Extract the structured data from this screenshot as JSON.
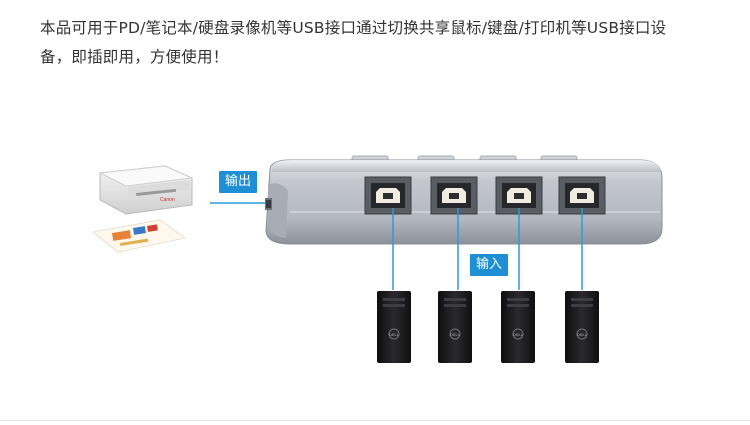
{
  "description": {
    "line1": "本品可用于PD/笔记本/硬盘录像机等USB接口通过切换共享鼠标/键盘/打印机等USB接口设",
    "line2": "备，即插即用，方便使用！"
  },
  "labels": {
    "output": "输出",
    "input": "输入"
  },
  "printer": {
    "brand": "Canon"
  },
  "colors": {
    "label_bg": "#1e8fd4",
    "connector_line": "#2a9bdc",
    "switch_body": "#c9ccd4",
    "tower": "#1a1a1c"
  },
  "computers": [
    {
      "name": "computer-1"
    },
    {
      "name": "computer-2"
    },
    {
      "name": "computer-3"
    },
    {
      "name": "computer-4"
    }
  ]
}
